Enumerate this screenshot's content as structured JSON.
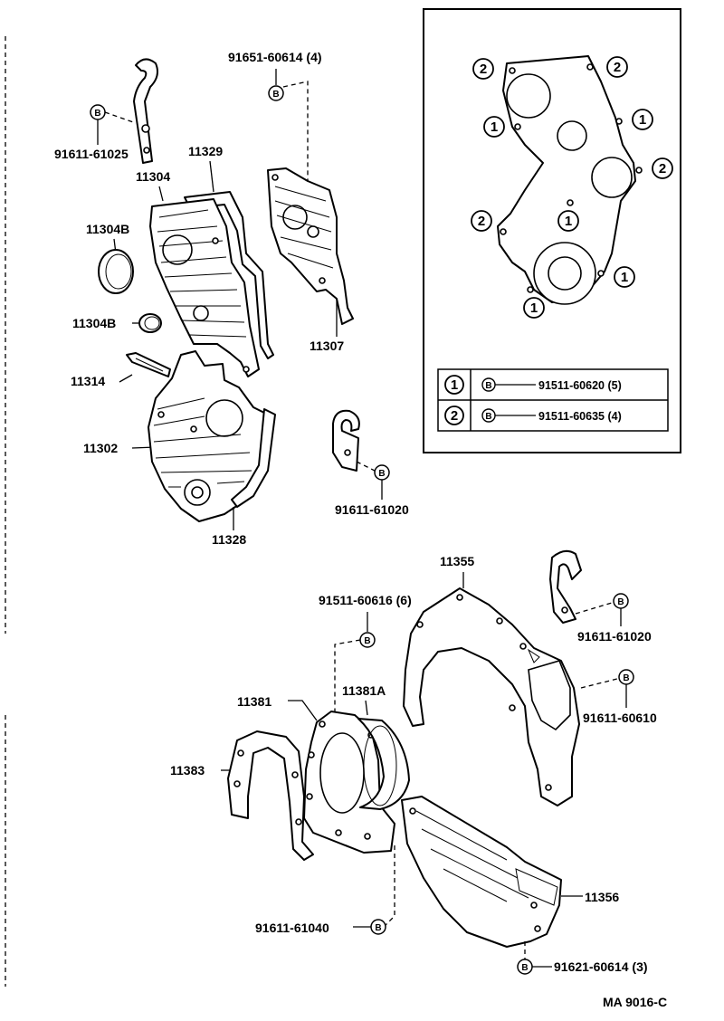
{
  "parts": {
    "p91611_61025": "91611-61025",
    "p91651_60614": "91651-60614 (4)",
    "p11329": "11329",
    "p11304": "11304",
    "p11304B_a": "11304B",
    "p11304B_b": "11304B",
    "p11307": "11307",
    "p11314": "11314",
    "p11302": "11302",
    "p11328": "11328",
    "p91611_61020_a": "91611-61020",
    "p11355": "11355",
    "p91511_60616": "91511-60616 (6)",
    "p91611_61020_b": "91611-61020",
    "p91611_60610": "91611-60610",
    "p11381": "11381",
    "p11381A": "11381A",
    "p11383": "11383",
    "p11356": "11356",
    "p91611_61040": "91611-61040",
    "p91621_60614": "91621-60614 (3)"
  },
  "bolt_marker": "B",
  "inset": {
    "callouts": [
      "2",
      "2",
      "1",
      "1",
      "2",
      "2",
      "1",
      "1",
      "1"
    ],
    "legend": [
      {
        "num": "1",
        "part": "91511-60620 (5)"
      },
      {
        "num": "2",
        "part": "91511-60635 (4)"
      }
    ]
  },
  "footer": {
    "code": "MA  9016-C"
  }
}
